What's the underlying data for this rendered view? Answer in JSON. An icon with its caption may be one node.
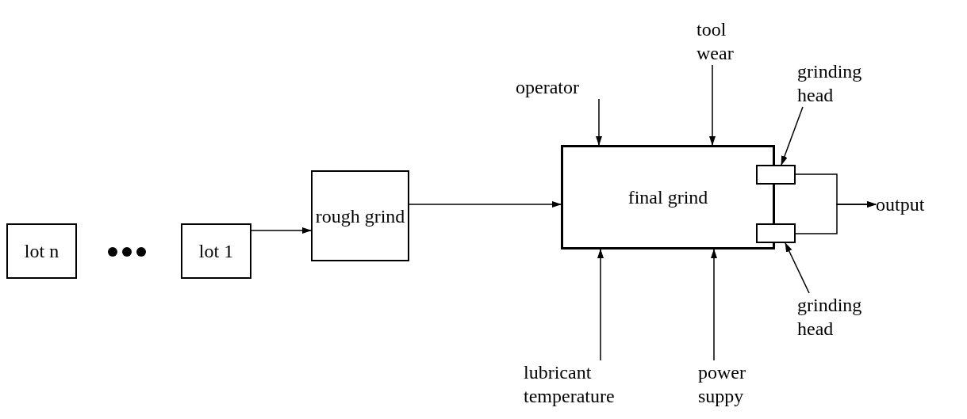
{
  "diagram": {
    "nodes": [
      {
        "text": [
          "lot n"
        ]
      },
      {
        "text": [
          "lot 1"
        ]
      },
      {
        "text": [
          "rough grind"
        ]
      },
      {
        "text": [
          "final grind"
        ]
      },
      {
        "text": [
          "operator"
        ]
      },
      {
        "text": [
          "tool wear"
        ]
      },
      {
        "text": [
          "grinding head"
        ]
      },
      {
        "text": [],
        "shape": "box"
      },
      {
        "text": [],
        "shape": "box"
      },
      {
        "text": [
          "grinding head"
        ]
      },
      {
        "text": [
          "output"
        ]
      },
      {
        "text": [
          "lubricant temperature"
        ]
      },
      {
        "text": [
          "power suppy"
        ]
      }
    ],
    "edges": [
      {
        "from": 1,
        "to": 2,
        "arrow": "to"
      },
      {
        "from": 2,
        "to": 3,
        "arrow": "to"
      },
      {
        "from": 4,
        "to": 3,
        "arrow": "to"
      },
      {
        "from": 5,
        "to": 3,
        "arrow": "to"
      },
      {
        "from": 6,
        "to": 7,
        "arrow": "to"
      },
      {
        "from": 9,
        "to": 8,
        "arrow": "to"
      },
      {
        "from": 7,
        "to": 10,
        "arrow": "to"
      },
      {
        "from": 8,
        "to": 10,
        "arrow": "to"
      },
      {
        "from": 11,
        "to": 3,
        "arrow": "to"
      },
      {
        "from": 12,
        "to": 3,
        "arrow": "to"
      }
    ]
  }
}
